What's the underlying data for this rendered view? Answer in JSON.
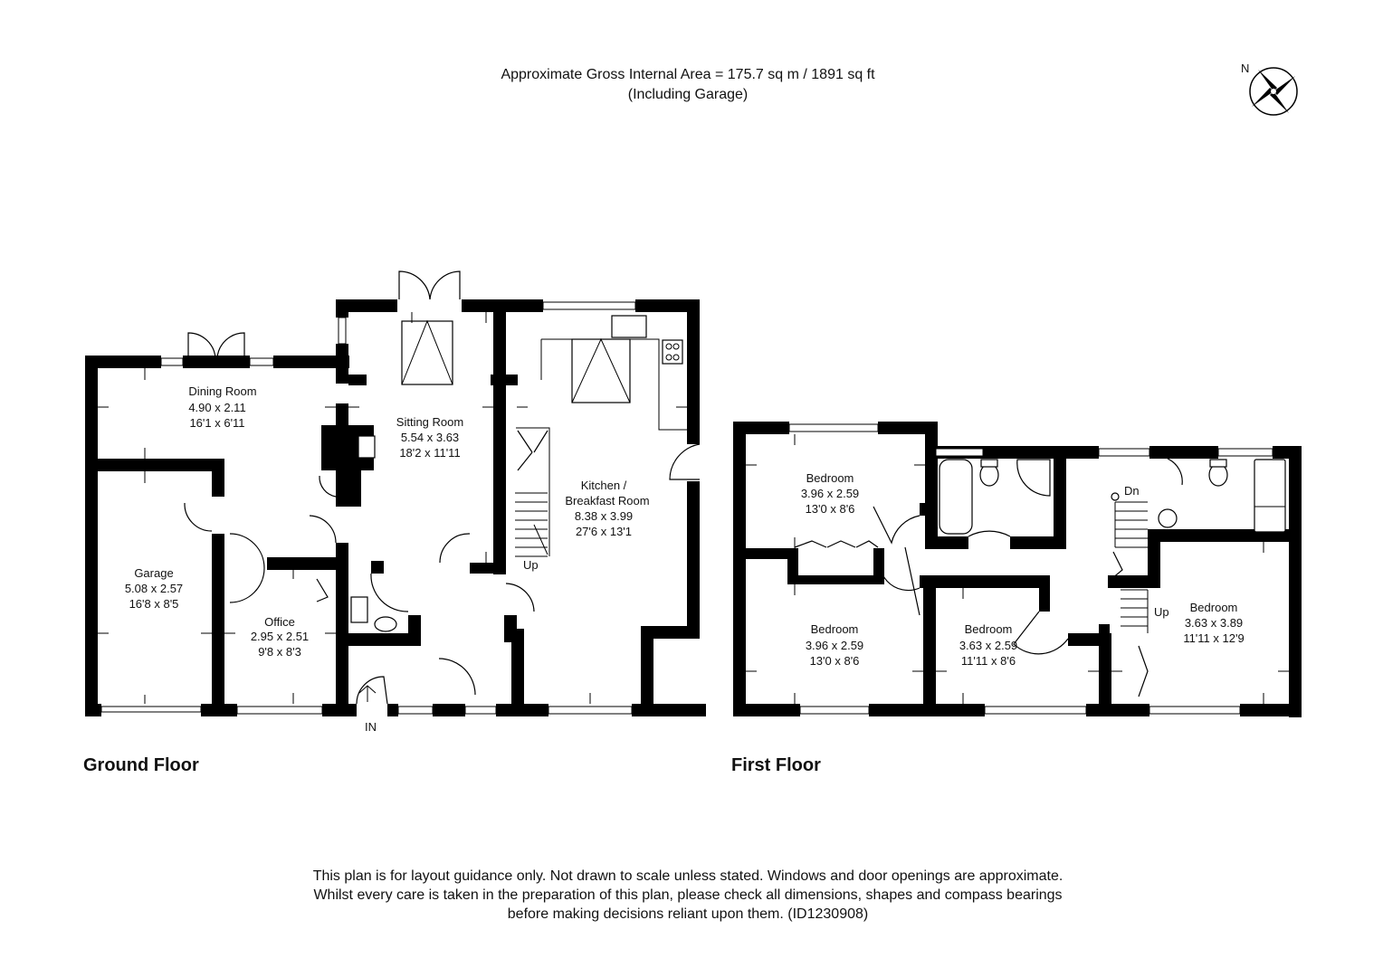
{
  "header": {
    "area_line": "Approximate Gross Internal Area = 175.7 sq m / 1891 sq ft",
    "note_line": "(Including Garage)"
  },
  "compass": {
    "label": "N"
  },
  "ground_floor": {
    "label": "Ground Floor",
    "entrance": "IN",
    "stairs": "Up",
    "rooms": [
      {
        "name": "Dining Room",
        "metric": "4.90 x 2.11",
        "imperial": "16'1 x 6'11"
      },
      {
        "name": "Sitting Room",
        "metric": "5.54 x 3.63",
        "imperial": "18'2 x 11'11"
      },
      {
        "name_line1": "Kitchen /",
        "name_line2": "Breakfast Room",
        "metric": "8.38 x 3.99",
        "imperial": "27'6 x 13'1"
      },
      {
        "name": "Garage",
        "metric": "5.08 x 2.57",
        "imperial": "16'8 x 8'5"
      },
      {
        "name": "Office",
        "metric": "2.95 x 2.51",
        "imperial": "9'8 x 8'3"
      }
    ]
  },
  "first_floor": {
    "label": "First Floor",
    "stairs_down": "Dn",
    "stairs_up": "Up",
    "rooms": [
      {
        "name": "Bedroom",
        "metric": "3.96 x 2.59",
        "imperial": "13'0 x 8'6"
      },
      {
        "name": "Bedroom",
        "metric": "3.96 x 2.59",
        "imperial": "13'0 x 8'6"
      },
      {
        "name": "Bedroom",
        "metric": "3.63 x 2.59",
        "imperial": "11'11 x 8'6"
      },
      {
        "name": "Bedroom",
        "metric": "3.63 x 3.89",
        "imperial": "11'11 x 12'9"
      }
    ]
  },
  "disclaimer": {
    "line1": "This plan is for layout guidance only. Not drawn to scale unless stated. Windows and door openings are approximate.",
    "line2": "Whilst every care is taken in the preparation of this plan, please check all dimensions, shapes and compass bearings",
    "line3": "before making decisions reliant upon them. (ID1230908)"
  }
}
